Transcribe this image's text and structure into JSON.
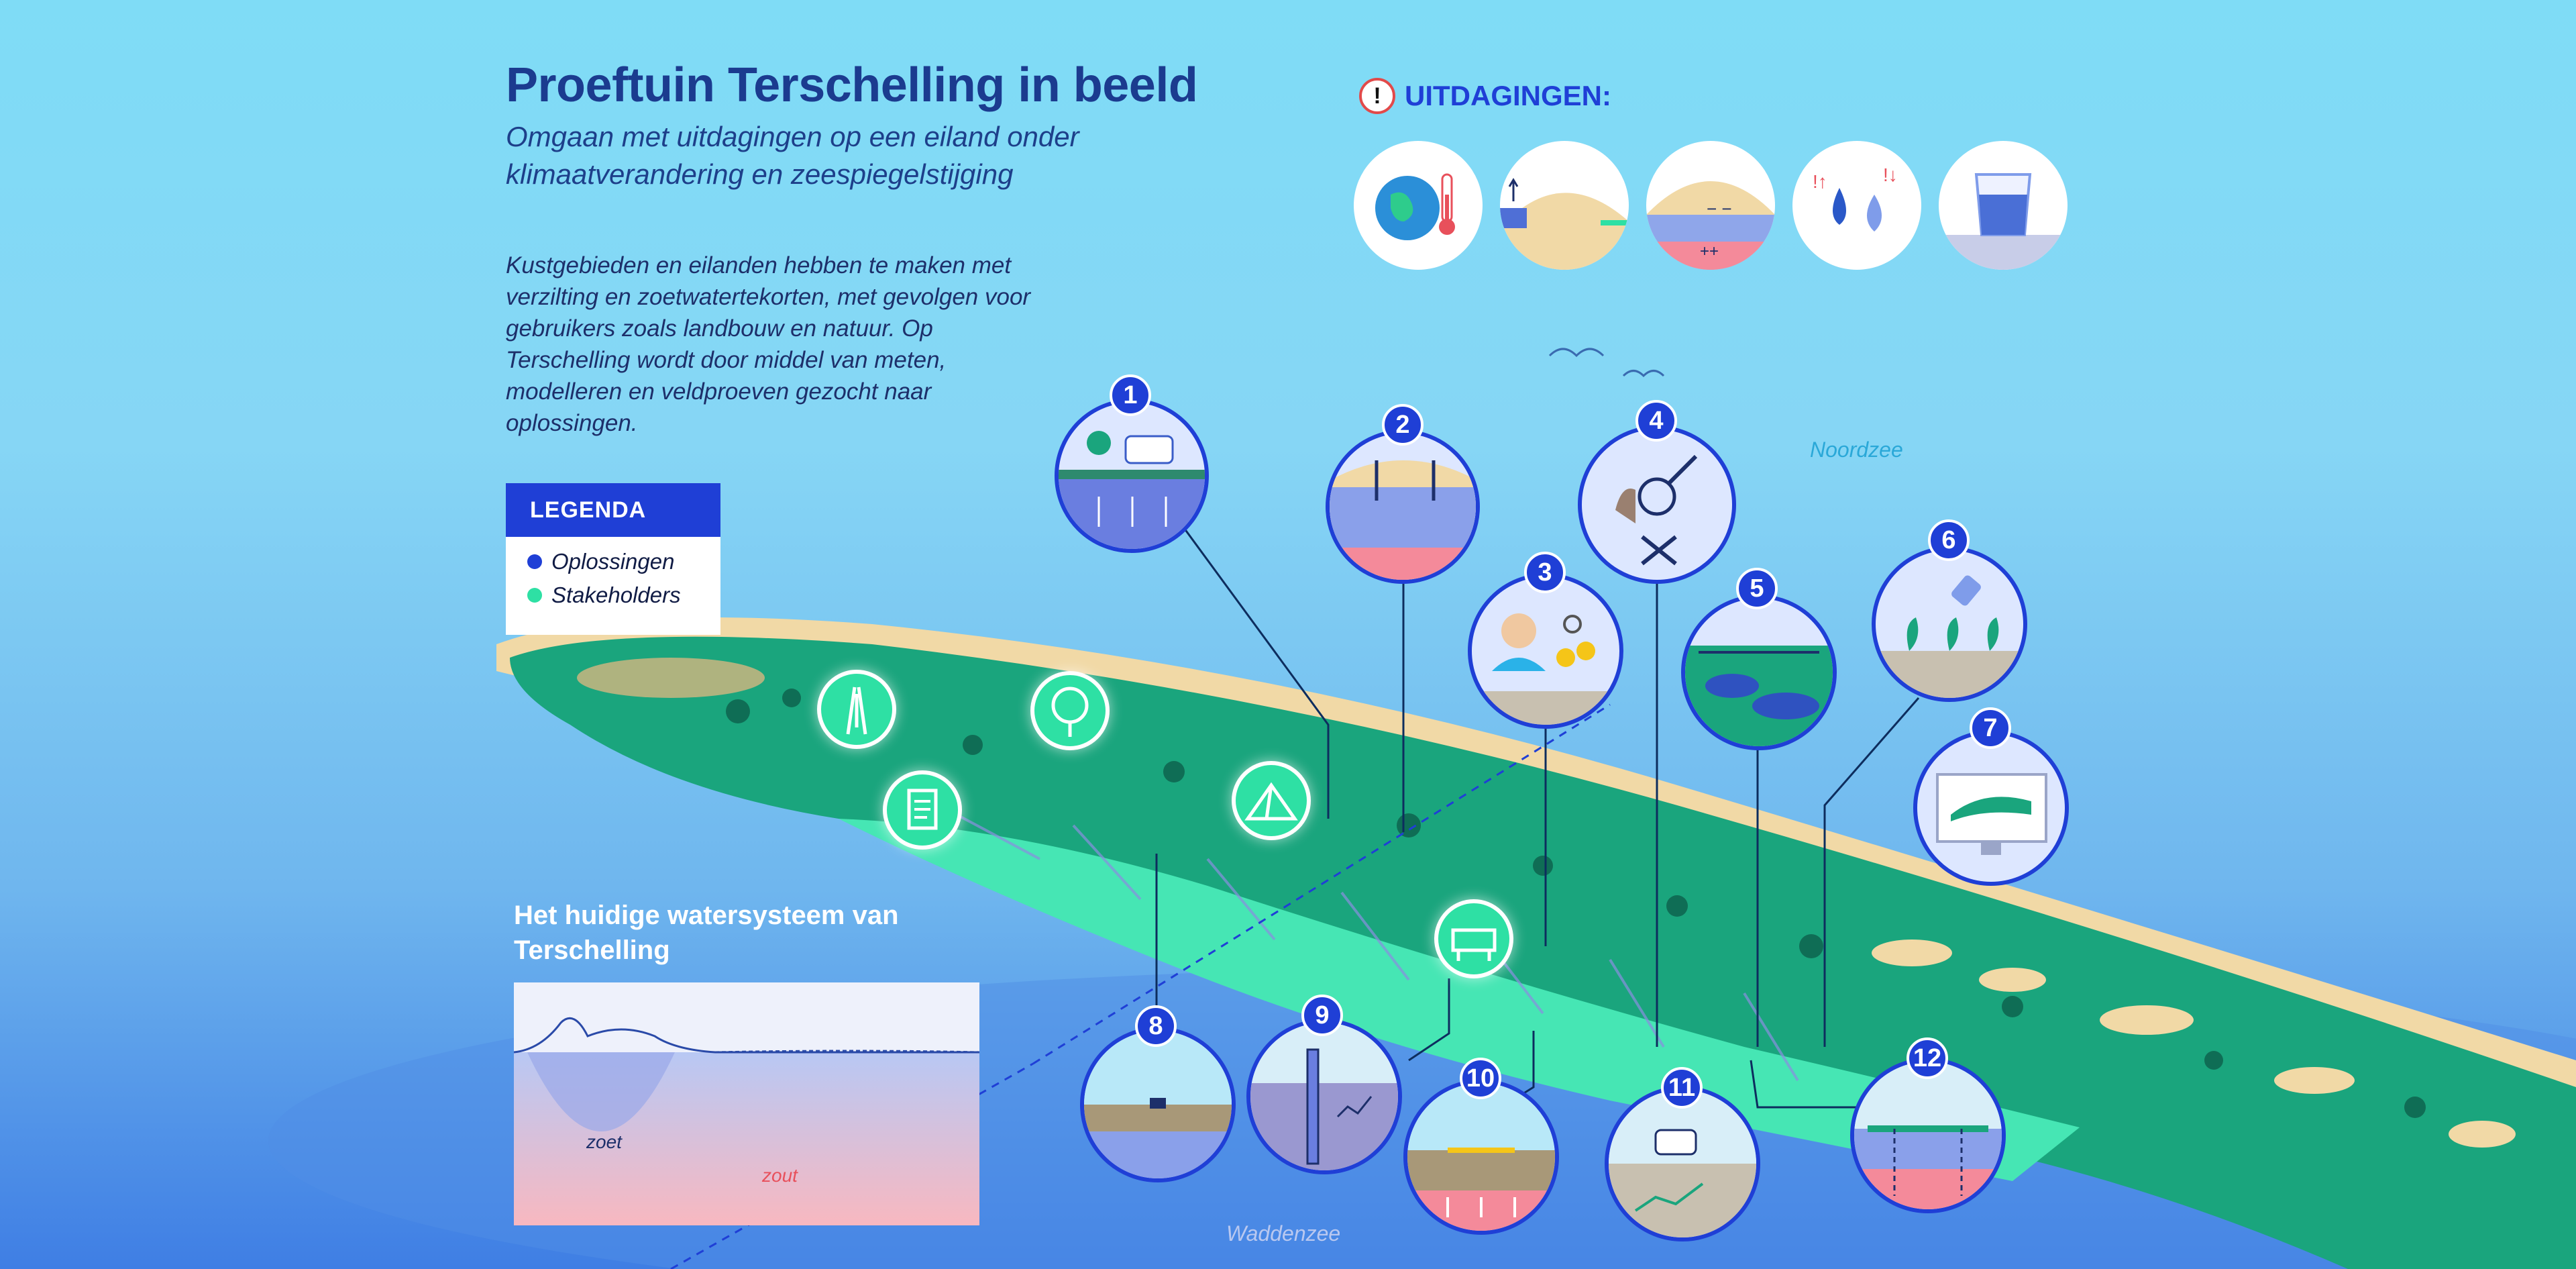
{
  "header": {
    "title": "Proeftuin Terschelling in beeld",
    "subtitle": "Omgaan met uitdagingen op een eiland onder klimaatverandering en zeespiegelstijging"
  },
  "intro": "Kustgebieden en eilanden hebben te maken met verzilting en zoetwatertekorten, met gevolgen voor gebruikers zoals landbouw en natuur. Op Terschelling wordt door middel van meten, modelleren en veldproeven gezocht naar oplossingen.",
  "legend": {
    "title": "LEGENDA",
    "items": [
      {
        "label": "Oplossingen",
        "color": "#1f3fd6"
      },
      {
        "label": "Stakeholders",
        "color": "#2ee0a4"
      }
    ]
  },
  "challenges": {
    "label": "UITDAGINGEN:",
    "warning_symbol": "!",
    "icons": [
      "globe-thermometer-icon",
      "dune-sea-rise-icon",
      "groundwater-pressure-icon",
      "water-drops-icon",
      "water-glass-icon"
    ]
  },
  "water_system": {
    "title": "Het huidige watersysteem van Terschelling",
    "fresh_label": "zoet",
    "salt_label": "zout"
  },
  "seas": {
    "north": "Noordzee",
    "wadden": "Waddenzee"
  },
  "solutions": [
    "1",
    "2",
    "3",
    "4",
    "5",
    "6",
    "7",
    "8",
    "9",
    "10",
    "11",
    "12"
  ],
  "stakeholders": [
    "road-icon",
    "tree-icon",
    "document-icon",
    "tent-icon",
    "cows-icon"
  ],
  "colors": {
    "title": "#1b3b8f",
    "solution_blue": "#1f3fd6",
    "stakeholder_green": "#2ee0a4",
    "island_green": "#1fa27a",
    "sand": "#f1d9a6",
    "salt_red": "#e8505b"
  }
}
